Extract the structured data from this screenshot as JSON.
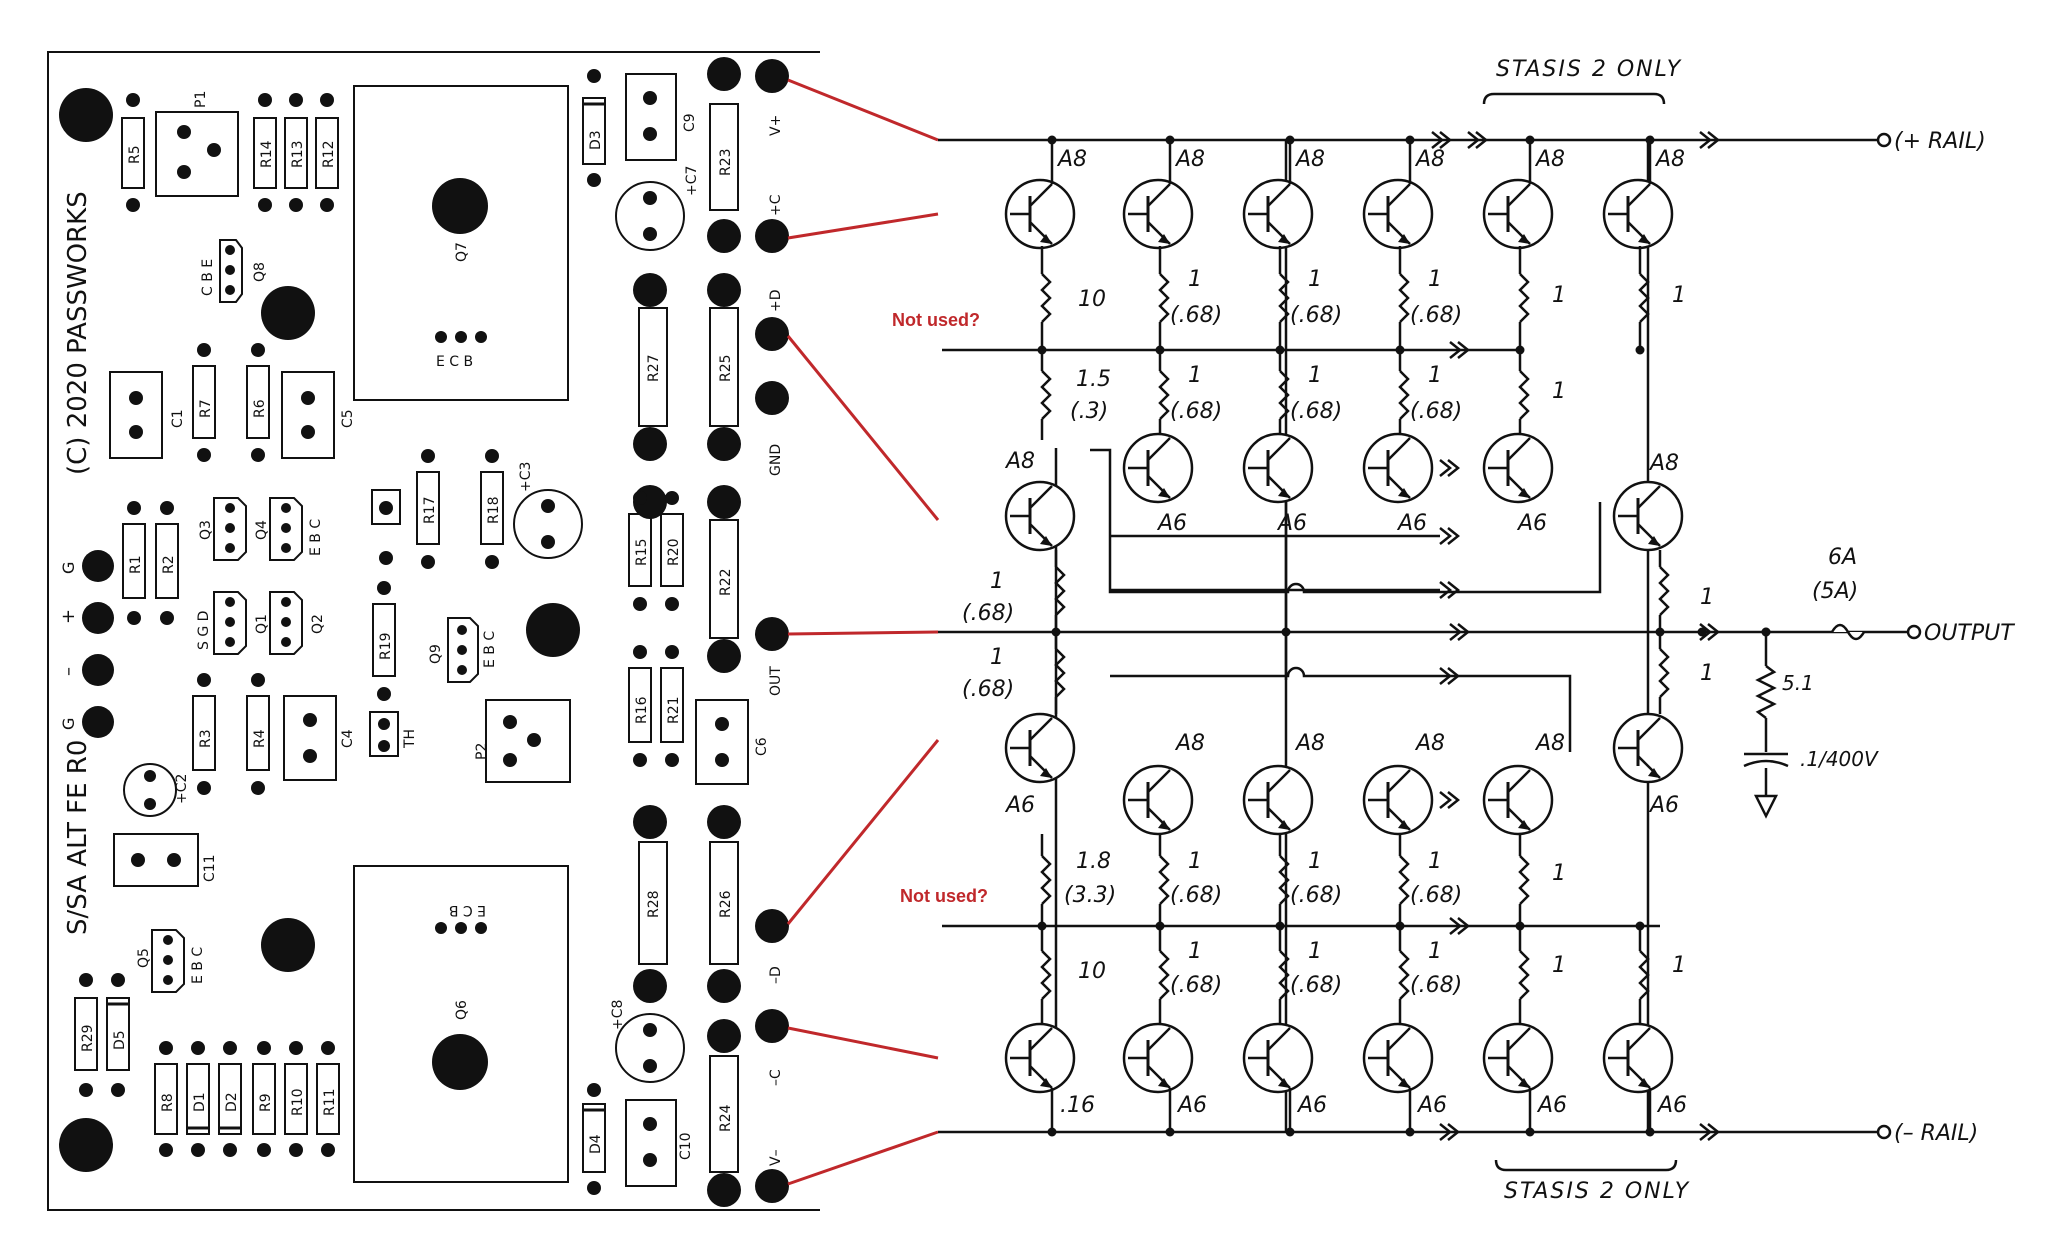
{
  "pcb": {
    "title": "S/SA ALT FE R0",
    "copyright": "(C) 2020 PASSWORKS",
    "components": {
      "P1": "P1",
      "P2": "P2",
      "R1": "R1",
      "R2": "R2",
      "R3": "R3",
      "R4": "R4",
      "R5": "R5",
      "R6": "R6",
      "R7": "R7",
      "R8": "R8",
      "R9": "R9",
      "R10": "R10",
      "R11": "R11",
      "R12": "R12",
      "R13": "R13",
      "R14": "R14",
      "R15": "R15",
      "R16": "R16",
      "R17": "R17",
      "R18": "R18",
      "R19": "R19",
      "R20": "R20",
      "R21": "R21",
      "R22": "R22",
      "R23": "R23",
      "R24": "R24",
      "R25": "R25",
      "R26": "R26",
      "R27": "R27",
      "R28": "R28",
      "R29": "R29",
      "C1": "C1",
      "C2": "+C2",
      "C3": "+C3",
      "C4": "C4",
      "C5": "C5",
      "C6": "C6",
      "C7": "+C7",
      "C8": "+C8",
      "C9": "C9",
      "C10": "C10",
      "C11": "C11",
      "Q1": "Q1",
      "Q2": "Q2",
      "Q3": "Q3",
      "Q4": "Q4",
      "Q5": "Q5",
      "Q6": "Q6",
      "Q7": "Q7",
      "Q8": "Q8",
      "Q9": "Q9",
      "D1": "D1",
      "D2": "D2",
      "D3": "D3",
      "D4": "D4",
      "D5": "D5",
      "TH": "TH"
    },
    "pin_labels": {
      "ecb": "E C B",
      "cbe": "C B E",
      "ebc": "E B C",
      "sgd": "S G D"
    },
    "input_pins": {
      "g1": "G",
      "plus": "+",
      "minus": "–",
      "g2": "G"
    },
    "output_pins": {
      "vplus": "V+",
      "plus_c": "+C",
      "plus_d": "+D",
      "gnd": "GND",
      "out": "OUT",
      "minus_d": "–D",
      "minus_c": "–C",
      "vminus": "V–"
    }
  },
  "schematic": {
    "rail_pos": "(+ RAIL)",
    "rail_neg": "(– RAIL)",
    "output": "OUTPUT",
    "stasis_top": "STASIS 2 ONLY",
    "stasis_bottom": "STASIS 2 ONLY",
    "not_used_top": "Not used?",
    "not_used_bottom": "Not used?",
    "fuse": "6A",
    "fuse_alt": "(5A)",
    "zobel_r": "5.1",
    "zobel_c": ".1/400V",
    "labels": {
      "a8": "A8",
      "a6": "A6",
      "a16": ".16",
      "r10": "10",
      "r1": "1",
      "r068": "(.68)",
      "r068b": "(.68)",
      "r15": "1.5",
      "r3": "(.3)",
      "r18": "1.8",
      "r33": "(3.3)"
    }
  },
  "colors": {
    "ink": "#111111",
    "annotation": "#c0282b"
  }
}
